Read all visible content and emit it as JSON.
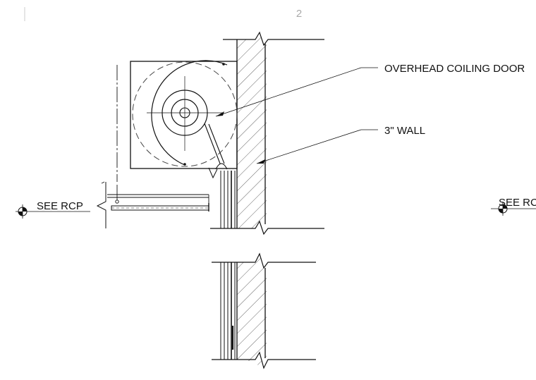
{
  "sheet": {
    "number": "2"
  },
  "callouts": {
    "door": "OVERHEAD COILING DOOR",
    "wall": "3\" WALL"
  },
  "references": {
    "left": "SEE RCP",
    "right": "SEE RC"
  },
  "colors": {
    "line": "#111111",
    "hatch": "#222222",
    "dashed": "#444444",
    "sheet_number": "#aaaaaa"
  }
}
